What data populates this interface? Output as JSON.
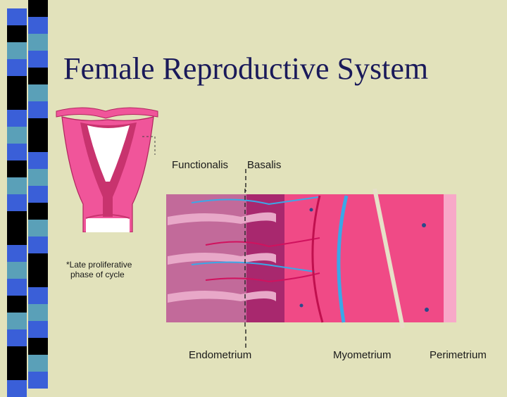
{
  "slide": {
    "title": "Female Reproductive System"
  },
  "diagram": {
    "labels": {
      "functionalis": "Functionalis",
      "basalis": "Basalis",
      "endometrium": "Endometrium",
      "myometrium": "Myometrium",
      "perimetrium": "Perimetrium"
    },
    "note_line1": "*Late proliferative",
    "note_line2": "phase of cycle"
  },
  "colors": {
    "background": "#e2e2bb",
    "title": "#1a1a5a",
    "strip_black": "#000000",
    "strip_blue": "#3a5fd8",
    "strip_teal": "#5aa0b8",
    "uterus_pink": "#f0559a",
    "functionalis": "#c26a9a",
    "basalis": "#a8286e",
    "myometrium": "#f04a86",
    "perimetrium": "#f8a8c8",
    "vessel_blue": "#3aa8e8"
  }
}
